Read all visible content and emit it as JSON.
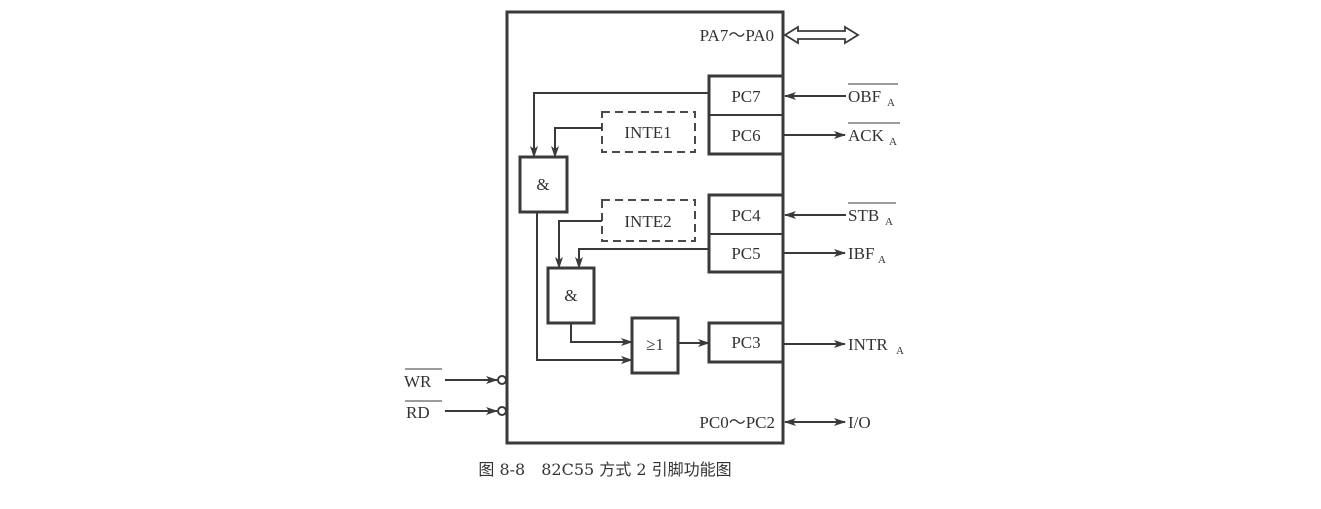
{
  "diagram": {
    "port_a_label": "PA7～PA0",
    "pc7": "PC7",
    "pc6": "PC6",
    "pc4": "PC4",
    "pc5": "PC5",
    "pc3": "PC3",
    "pc_low": "PC0～PC2",
    "inte1": "INTE1",
    "inte2": "INTE2",
    "and_gate": "&",
    "or_gate": "≥1",
    "signals": {
      "obf": {
        "name": "OBF",
        "sub": "A",
        "active_low": true
      },
      "ack": {
        "name": "ACK",
        "sub": "A",
        "active_low": true
      },
      "stb": {
        "name": "STB",
        "sub": "A",
        "active_low": true
      },
      "ibf": {
        "name": "IBF",
        "sub": "A",
        "active_low": false
      },
      "intr": {
        "name": "INTR",
        "sub": "A",
        "active_low": false
      },
      "io": {
        "name": "I/O"
      },
      "wr": {
        "name": "WR",
        "active_low": true
      },
      "rd": {
        "name": "RD",
        "active_low": true
      }
    }
  },
  "caption": "图 8-8　82C55 方式 2 引脚功能图"
}
